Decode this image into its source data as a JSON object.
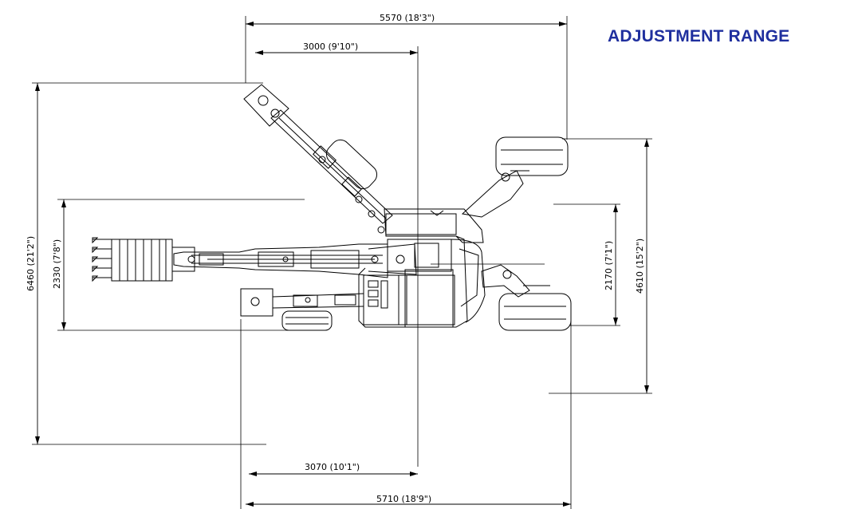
{
  "title": "ADJUSTMENT RANGE",
  "dimensions": {
    "top_overall": "5570 (18'3\")",
    "top_inner": "3000 (9'10\")",
    "bottom_inner": "3070 (10'1\")",
    "bottom_overall": "5710 (18'9\")",
    "left_overall": "6460 (21'2\")",
    "left_inner": "2330 (7'8\")",
    "right_inner": "2170 (7'1\")",
    "right_overall": "4610 (15'2\")"
  },
  "colors": {
    "title": "#1f2f9e",
    "line": "#000000"
  }
}
